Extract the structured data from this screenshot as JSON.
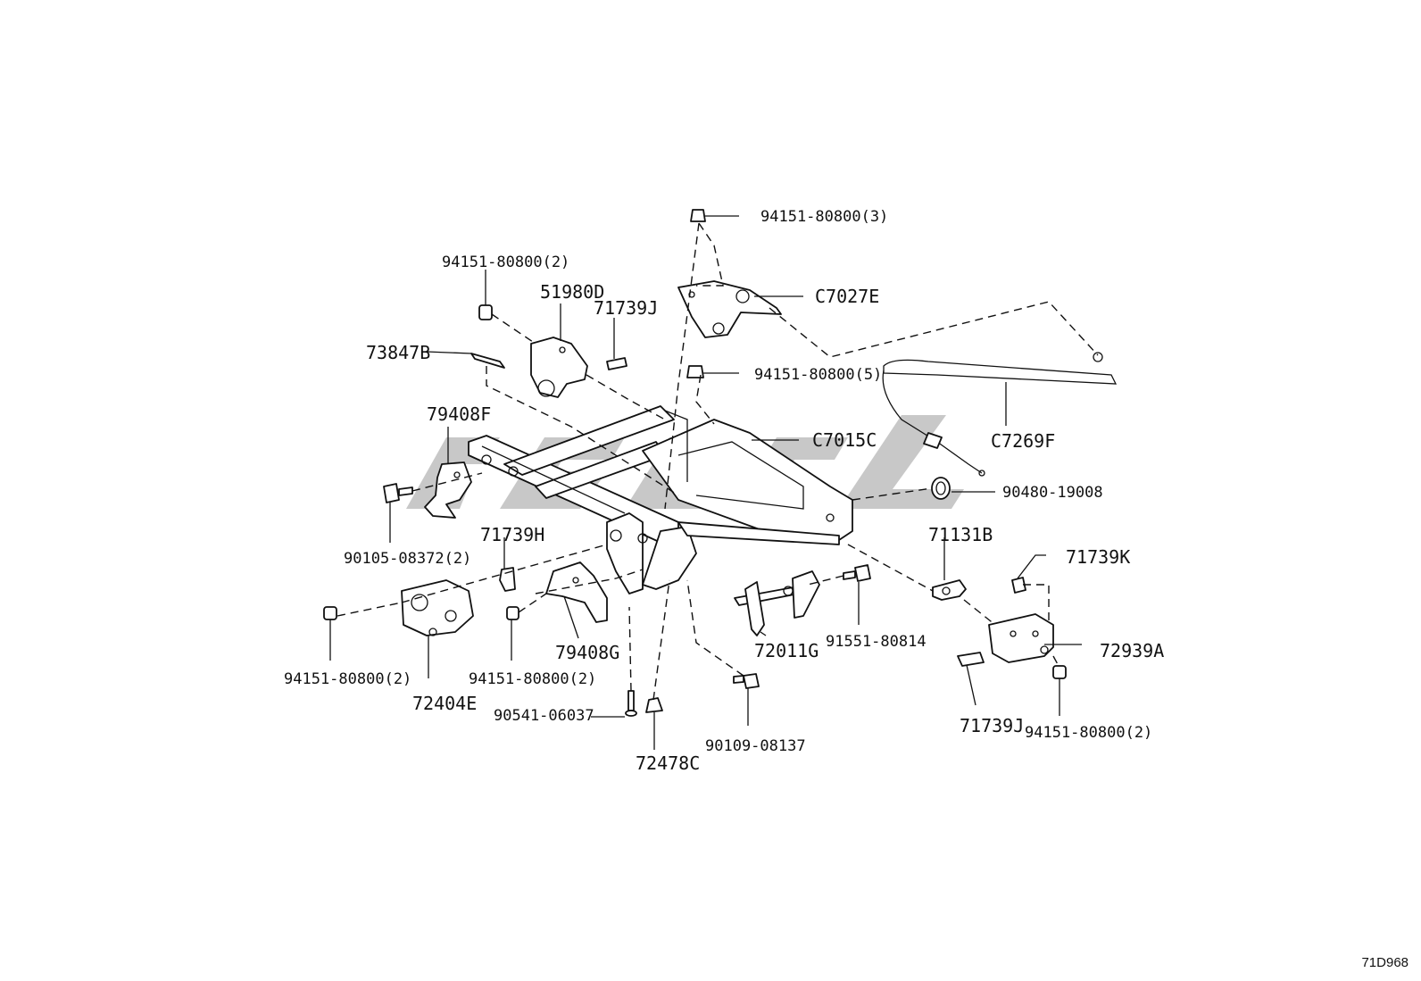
{
  "diagram": {
    "reference_code": "71D968",
    "labels": {
      "p_94151_3": "94151-80800(3)",
      "c7027e": "C7027E",
      "p_94151_2_top": "94151-80800(2)",
      "p51980d": "51980D",
      "p71739j_top": "71739J",
      "p73847b": "73847B",
      "p_94151_5": "94151-80800(5)",
      "c7015c": "C7015C",
      "c7269f": "C7269F",
      "p79408f": "79408F",
      "p90480": "90480-19008",
      "p90105": "90105-08372(2)",
      "p71739h": "71739H",
      "p71131b": "71131B",
      "p71739k": "71739K",
      "p72939a": "72939A",
      "p_94151_2_left": "94151-80800(2)",
      "p72404e": "72404E",
      "p_94151_2_mid": "94151-80800(2)",
      "p79408g": "79408G",
      "p72011g": "72011G",
      "p91551": "91551-80814",
      "p90541": "90541-06037",
      "p72478c": "72478C",
      "p90109": "90109-08137",
      "p71739j_bottom": "71739J",
      "p_94151_2_right": "94151-80800(2)"
    }
  }
}
